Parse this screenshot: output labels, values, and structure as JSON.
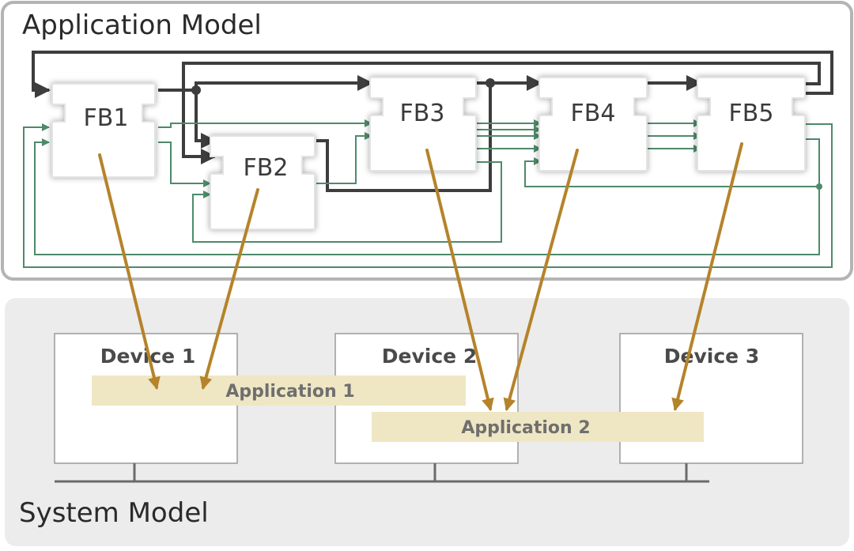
{
  "application_model": {
    "title": "Application Model",
    "function_blocks": [
      {
        "id": "fb1",
        "label": "FB1"
      },
      {
        "id": "fb2",
        "label": "FB2"
      },
      {
        "id": "fb3",
        "label": "FB3"
      },
      {
        "id": "fb4",
        "label": "FB4"
      },
      {
        "id": "fb5",
        "label": "FB5"
      }
    ]
  },
  "system_model": {
    "title": "System Model",
    "devices": [
      {
        "id": "device1",
        "label": "Device 1"
      },
      {
        "id": "device2",
        "label": "Device 2"
      },
      {
        "id": "device3",
        "label": "Device 3"
      }
    ],
    "applications": [
      {
        "id": "app1",
        "label": "Application 1"
      },
      {
        "id": "app2",
        "label": "Application 2"
      }
    ]
  },
  "colors": {
    "event_line": "#3d3d3d",
    "data_line": "#4e8a6a",
    "mapping_arrow": "#b5832a",
    "application_band": "#efe6c4",
    "system_panel": "#ececec",
    "panel_border": "#b4b4b4"
  }
}
